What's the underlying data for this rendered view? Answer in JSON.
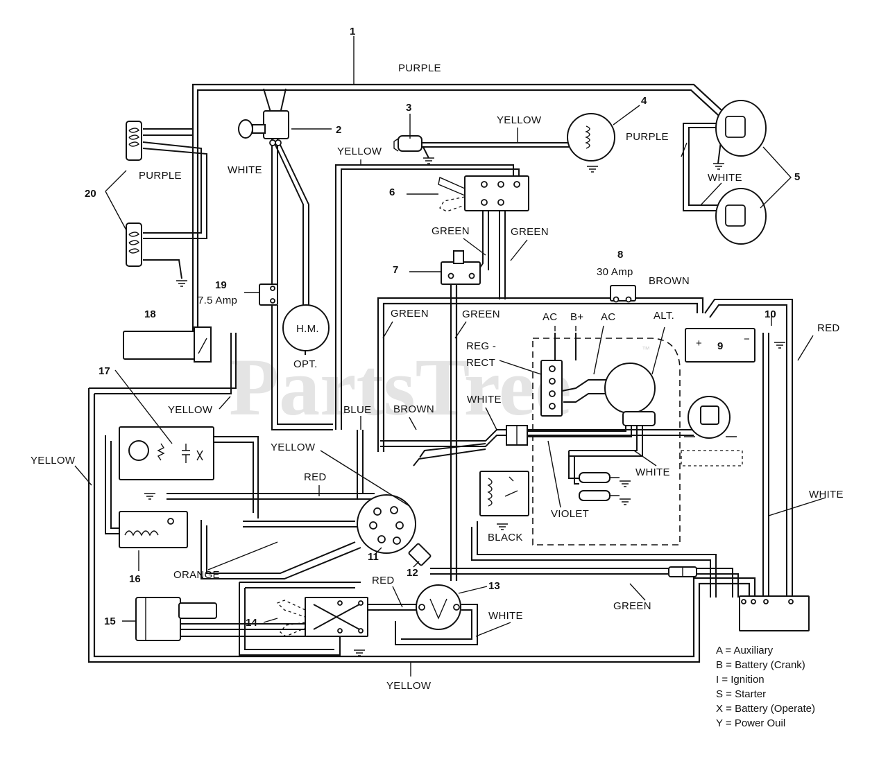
{
  "watermark": "PartsTree",
  "watermark_mark": "™",
  "callouts": [
    "1",
    "2",
    "3",
    "4",
    "5",
    "6",
    "7",
    "8",
    "9",
    "10",
    "11",
    "12",
    "13",
    "14",
    "15",
    "16",
    "17",
    "18",
    "19",
    "20"
  ],
  "wire_labels": {
    "purple_top": "PURPLE",
    "purple_left": "PURPLE",
    "white_left": "WHITE",
    "yellow_3": "YELLOW",
    "yellow_6": "YELLOW",
    "purple_right": "PURPLE",
    "white_right": "WHITE",
    "green_6a": "GREEN",
    "green_6b": "GREEN",
    "brown_top": "BROWN",
    "green_mid_a": "GREEN",
    "green_mid_b": "GREEN",
    "red_right": "RED",
    "yellow_18": "YELLOW",
    "yellow_left": "YELLOW",
    "blue": "BLUE",
    "brown_mid": "BROWN",
    "white_mid": "WHITE",
    "yellow_mid": "YELLOW",
    "red_mid": "RED",
    "white_alt": "WHITE",
    "violet": "VIOLET",
    "black": "BLACK",
    "white_far_right": "WHITE",
    "orange": "ORANGE",
    "red_low": "RED",
    "green_low": "GREEN",
    "white_low": "WHITE",
    "yellow_bottom": "YELLOW"
  },
  "component_labels": {
    "fuse_8_amp": "30 Amp",
    "fuse_19_amp": "7.5 Amp",
    "hour_meter": "H.M.",
    "hour_meter_opt": "OPT.",
    "ac_left": "AC",
    "b_plus": "B+",
    "ac_right": "AC",
    "alternator": "ALT.",
    "reg_rect_1": "REG -",
    "reg_rect_2": "RECT",
    "battery_plus": "+",
    "battery_minus": "−"
  },
  "legend": [
    "A = Auxiliary",
    "B = Battery (Crank)",
    "I  = Ignition",
    "S = Starter",
    "X = Battery (Operate)",
    "Y = Power Ouil"
  ]
}
